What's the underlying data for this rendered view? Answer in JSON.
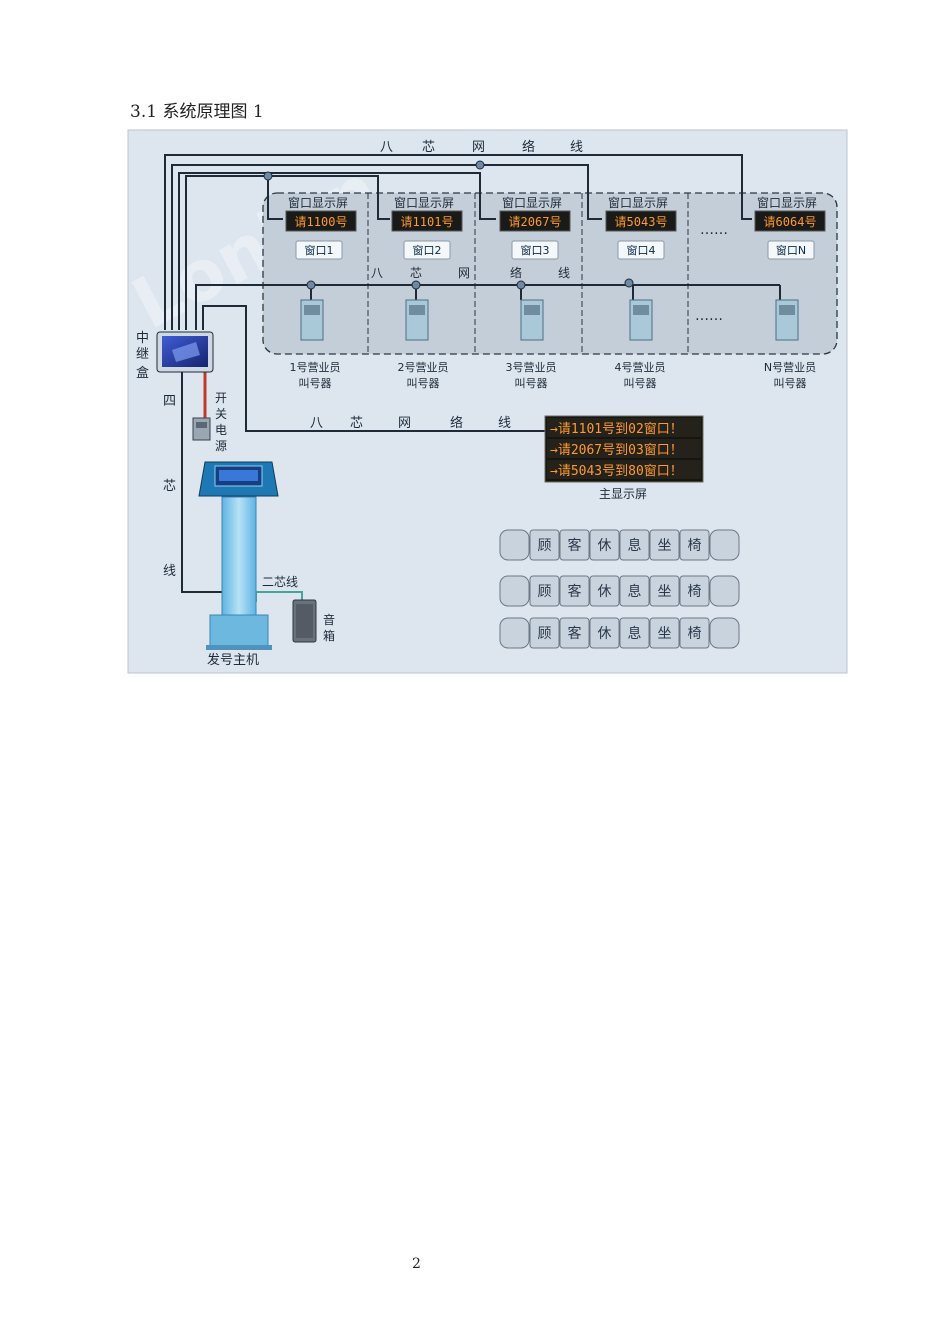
{
  "heading": "3.1 系统原理图 1",
  "diagram": {
    "top_cable_chars": [
      "八",
      "芯",
      "网",
      "络",
      "线"
    ],
    "mid_cable_chars": [
      "八",
      "芯",
      "网",
      "络",
      "线"
    ],
    "bottom_cable_chars": [
      "八",
      "芯",
      "网",
      "络",
      "线"
    ],
    "vertical_cable_chars": [
      "四",
      "芯",
      "线"
    ],
    "relay_box_chars": [
      "中",
      "继",
      "盒"
    ],
    "power_chars": [
      "开",
      "关",
      "电",
      "源"
    ],
    "speaker_chars": [
      "音",
      "箱"
    ],
    "two_core_wire": "二芯线",
    "ticket_machine": "发号主机",
    "main_display_title": "主显示屏",
    "window_display_label": "窗口显示屏",
    "windows": [
      {
        "display": "请1100号",
        "window": "窗口1",
        "caller_line1": "1号营业员",
        "caller_line2": "叫号器"
      },
      {
        "display": "请1101号",
        "window": "窗口2",
        "caller_line1": "2号营业员",
        "caller_line2": "叫号器"
      },
      {
        "display": "请2067号",
        "window": "窗口3",
        "caller_line1": "3号营业员",
        "caller_line2": "叫号器"
      },
      {
        "display": "请5043号",
        "window": "窗口4",
        "caller_line1": "4号营业员",
        "caller_line2": "叫号器"
      },
      {
        "display": "请6064号",
        "window": "窗口N",
        "caller_line1": "N号营业员",
        "caller_line2": "叫号器"
      }
    ],
    "ellipsis": "……",
    "main_display_lines": [
      "→请1101号到02窗口！",
      "→请2067号到03窗口！",
      "→请5043号到80窗口！"
    ],
    "seat_chars": [
      "顾",
      "客",
      "休",
      "息",
      "坐",
      "椅"
    ],
    "watermark": "Lonlon",
    "colors": {
      "background": "#dde6ee",
      "cable": "#1f2a38",
      "led": "#ff9a2e",
      "power_wire": "#c0392b",
      "kiosk": "#7fc6ea"
    }
  },
  "page_number": "2"
}
